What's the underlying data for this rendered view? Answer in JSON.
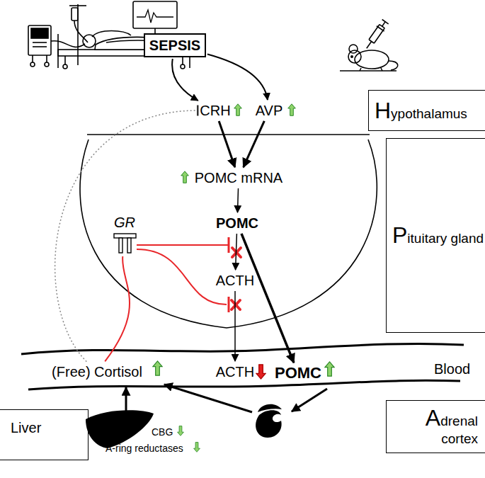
{
  "diagram": {
    "nodes": [
      {
        "text": [
          "SEPSIS"
        ]
      },
      {
        "text": [
          "CRH"
        ]
      },
      {
        "text": [
          "AVP"
        ]
      },
      {
        "text": [
          "Hypothalamus"
        ]
      },
      {
        "text": [
          "POMC mRNA"
        ]
      },
      {
        "text": [
          "POMC"
        ]
      },
      {
        "text": [
          "Pituitary gland"
        ]
      },
      {
        "text": [
          "GR"
        ]
      },
      {
        "text": [
          "ACTH"
        ]
      },
      {
        "text": [
          "(Free) Cortisol"
        ]
      },
      {
        "text": [
          "ACTH"
        ]
      },
      {
        "text": [
          "POMC"
        ]
      },
      {
        "text": [
          "Liver"
        ]
      },
      {
        "text": [
          "Adrenal cortex"
        ]
      }
    ],
    "edges": [
      {
        "from": 0,
        "to": 1,
        "arrow": "to"
      },
      {
        "from": 0,
        "to": 2,
        "arrow": "to"
      },
      {
        "from": 1,
        "to": 4,
        "arrow": "to"
      },
      {
        "from": 2,
        "to": 4,
        "arrow": "to"
      },
      {
        "from": 4,
        "to": 5,
        "arrow": "to"
      },
      {
        "from": 5,
        "to": 8,
        "arrow": "to"
      },
      {
        "from": 8,
        "to": 10,
        "arrow": "to"
      },
      {
        "from": 5,
        "to": 11,
        "arrow": "to"
      },
      {
        "from": 9,
        "to": 7,
        "arrow": "none"
      },
      {
        "from": 9,
        "to": 1,
        "arrow": "to"
      }
    ],
    "labels": [
      "Blood",
      "CBG",
      "A-ring reductases"
    ]
  }
}
